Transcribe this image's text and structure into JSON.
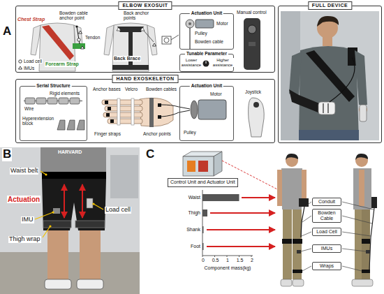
{
  "diagram": {
    "nodes": [
      {
        "text": [
          "ELBOW EXOSUIT"
        ]
      },
      {
        "text": [
          "Actuation Unit"
        ],
        "in": 0
      },
      {
        "text": [
          "Tunable Parameter"
        ],
        "in": 0
      },
      {
        "text": [
          "HAND EXOSKELETON"
        ]
      },
      {
        "text": [
          "Serial Structure"
        ],
        "in": 3
      },
      {
        "text": [
          "Actuation Unit"
        ],
        "in": 3
      },
      {
        "text": [
          "FULL DEVICE"
        ]
      },
      {
        "text": [
          "Control Unit and Actuator Unit"
        ]
      },
      {
        "text": [
          "Conduit"
        ]
      },
      {
        "text": [
          "Bowden Cable"
        ]
      },
      {
        "text": [
          "Load Cell"
        ]
      },
      {
        "text": [
          "IMUs"
        ]
      },
      {
        "text": [
          "Wraps"
        ]
      }
    ],
    "labels": [
      "A",
      "Chest Strap",
      "Bowden cable anchor point",
      "Tendon",
      "Forearm Strap",
      "Back anchor points",
      "Back Brace",
      "Load cell",
      "IMUs",
      "Motor",
      "Pulley",
      "Bowden cable",
      "Manual control",
      "Lower assistance",
      "Higher assistance",
      "Rigid elements",
      "Wire",
      "Hyperextension block",
      "Anchor bases",
      "Velcro",
      "Bowden cables",
      "Finger straps",
      "Anchor points",
      "Motor",
      "Pulley",
      "Joystick",
      "B",
      "Waist belt",
      "Actuation",
      "IMU",
      "Load cell",
      "Thigh wrap",
      "C",
      "Waist",
      "Thigh",
      "Shank",
      "Foot",
      "0",
      "0.5",
      "1",
      "1.5",
      "2",
      "Component mass(kg)",
      "HARVARD"
    ]
  }
}
